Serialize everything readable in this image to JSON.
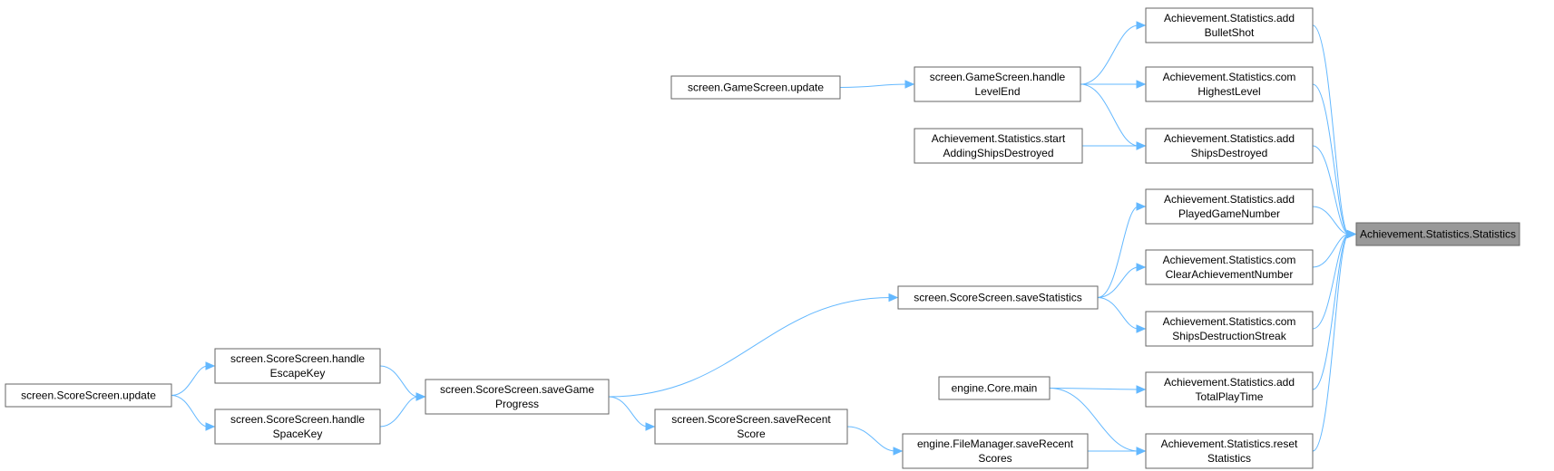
{
  "graph": {
    "edge_color": "#63b8ff",
    "root_fill": "#999999",
    "nodes": [
      {
        "id": "root",
        "lines": [
          "Achievement.Statistics.Statistics"
        ],
        "root": true
      },
      {
        "id": "addBullet",
        "lines": [
          "Achievement.Statistics.add",
          "BulletShot"
        ]
      },
      {
        "id": "comHighest",
        "lines": [
          "Achievement.Statistics.com",
          "HighestLevel"
        ]
      },
      {
        "id": "addShips",
        "lines": [
          "Achievement.Statistics.add",
          "ShipsDestroyed"
        ]
      },
      {
        "id": "addPlayed",
        "lines": [
          "Achievement.Statistics.add",
          "PlayedGameNumber"
        ]
      },
      {
        "id": "comClear",
        "lines": [
          "Achievement.Statistics.com",
          "ClearAchievementNumber"
        ]
      },
      {
        "id": "comStreak",
        "lines": [
          "Achievement.Statistics.com",
          "ShipsDestructionStreak"
        ]
      },
      {
        "id": "addTotal",
        "lines": [
          "Achievement.Statistics.add",
          "TotalPlayTime"
        ]
      },
      {
        "id": "reset",
        "lines": [
          "Achievement.Statistics.reset",
          "Statistics"
        ]
      },
      {
        "id": "gsLevelEnd",
        "lines": [
          "screen.GameScreen.handle",
          "LevelEnd"
        ]
      },
      {
        "id": "gsUpdate",
        "lines": [
          "screen.GameScreen.update"
        ]
      },
      {
        "id": "startAdding",
        "lines": [
          "Achievement.Statistics.start",
          "AddingShipsDestroyed"
        ]
      },
      {
        "id": "ssSaveStats",
        "lines": [
          "screen.ScoreScreen.saveStatistics"
        ]
      },
      {
        "id": "coreMain",
        "lines": [
          "engine.Core.main"
        ]
      },
      {
        "id": "fmSaveRecent",
        "lines": [
          "engine.FileManager.saveRecent",
          "Scores"
        ]
      },
      {
        "id": "ssSaveRecent",
        "lines": [
          "screen.ScoreScreen.saveRecent",
          "Score"
        ]
      },
      {
        "id": "ssSaveGame",
        "lines": [
          "screen.ScoreScreen.saveGame",
          "Progress"
        ]
      },
      {
        "id": "ssEscape",
        "lines": [
          "screen.ScoreScreen.handle",
          "EscapeKey"
        ]
      },
      {
        "id": "ssSpace",
        "lines": [
          "screen.ScoreScreen.handle",
          "SpaceKey"
        ]
      },
      {
        "id": "ssUpdate",
        "lines": [
          "screen.ScoreScreen.update"
        ]
      }
    ],
    "edges": [
      {
        "from": "addBullet",
        "to": "root"
      },
      {
        "from": "comHighest",
        "to": "root"
      },
      {
        "from": "addShips",
        "to": "root"
      },
      {
        "from": "addPlayed",
        "to": "root"
      },
      {
        "from": "comClear",
        "to": "root"
      },
      {
        "from": "comStreak",
        "to": "root"
      },
      {
        "from": "addTotal",
        "to": "root"
      },
      {
        "from": "reset",
        "to": "root"
      },
      {
        "from": "gsLevelEnd",
        "to": "addBullet"
      },
      {
        "from": "gsLevelEnd",
        "to": "comHighest"
      },
      {
        "from": "gsLevelEnd",
        "to": "addShips"
      },
      {
        "from": "startAdding",
        "to": "addShips"
      },
      {
        "from": "gsUpdate",
        "to": "gsLevelEnd"
      },
      {
        "from": "ssSaveStats",
        "to": "addPlayed"
      },
      {
        "from": "ssSaveStats",
        "to": "comClear"
      },
      {
        "from": "ssSaveStats",
        "to": "comStreak"
      },
      {
        "from": "coreMain",
        "to": "addTotal"
      },
      {
        "from": "coreMain",
        "to": "reset"
      },
      {
        "from": "fmSaveRecent",
        "to": "reset"
      },
      {
        "from": "ssSaveRecent",
        "to": "fmSaveRecent"
      },
      {
        "from": "ssSaveGame",
        "to": "ssSaveStats"
      },
      {
        "from": "ssSaveGame",
        "to": "ssSaveRecent"
      },
      {
        "from": "ssEscape",
        "to": "ssSaveGame"
      },
      {
        "from": "ssSpace",
        "to": "ssSaveGame"
      },
      {
        "from": "ssUpdate",
        "to": "ssEscape"
      },
      {
        "from": "ssUpdate",
        "to": "ssSpace"
      }
    ]
  }
}
